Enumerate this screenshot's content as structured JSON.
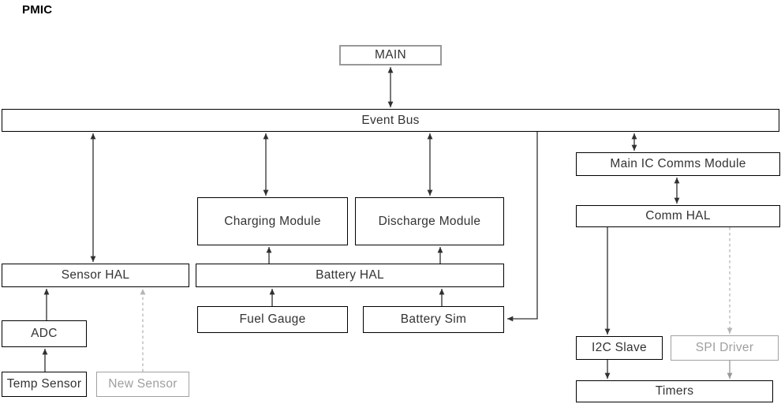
{
  "page_title": "PMIC",
  "diagram": {
    "nodes": {
      "main": "MAIN",
      "event_bus": "Event Bus",
      "sensor_hal": "Sensor HAL",
      "adc": "ADC",
      "temp_sensor": "Temp Sensor",
      "new_sensor": "New Sensor",
      "charging_module": "Charging Module",
      "discharge_module": "Discharge Module",
      "battery_hal": "Battery HAL",
      "fuel_gauge": "Fuel Gauge",
      "battery_sim": "Battery Sim",
      "main_ic_comms": "Main IC Comms Module",
      "comm_hal": "Comm HAL",
      "i2c_slave": "I2C Slave",
      "spi_driver": "SPI Driver",
      "timers": "Timers"
    },
    "muted_nodes": [
      "New Sensor",
      "SPI Driver"
    ],
    "edges": [
      {
        "from": "MAIN",
        "to": "Event Bus",
        "direction": "both",
        "style": "solid"
      },
      {
        "from": "Event Bus",
        "to": "Sensor HAL",
        "direction": "both",
        "style": "solid"
      },
      {
        "from": "Event Bus",
        "to": "Charging Module",
        "direction": "both",
        "style": "solid"
      },
      {
        "from": "Event Bus",
        "to": "Discharge Module",
        "direction": "both",
        "style": "solid"
      },
      {
        "from": "Event Bus",
        "to": "Battery Sim",
        "direction": "one-way",
        "style": "solid"
      },
      {
        "from": "Event Bus",
        "to": "Main IC Comms Module",
        "direction": "both",
        "style": "solid"
      },
      {
        "from": "Main IC Comms Module",
        "to": "Comm HAL",
        "direction": "both",
        "style": "solid"
      },
      {
        "from": "Temp Sensor",
        "to": "ADC",
        "direction": "one-way",
        "style": "solid"
      },
      {
        "from": "ADC",
        "to": "Sensor HAL",
        "direction": "one-way",
        "style": "solid"
      },
      {
        "from": "New Sensor",
        "to": "Sensor HAL",
        "direction": "one-way",
        "style": "dashed-muted"
      },
      {
        "from": "Battery HAL",
        "to": "Charging Module",
        "direction": "one-way",
        "style": "solid"
      },
      {
        "from": "Battery HAL",
        "to": "Discharge Module",
        "direction": "one-way",
        "style": "solid"
      },
      {
        "from": "Fuel Gauge",
        "to": "Battery HAL",
        "direction": "one-way",
        "style": "solid"
      },
      {
        "from": "Battery Sim",
        "to": "Battery HAL",
        "direction": "one-way",
        "style": "solid"
      },
      {
        "from": "Comm HAL",
        "to": "I2C Slave",
        "direction": "one-way",
        "style": "solid"
      },
      {
        "from": "Comm HAL",
        "to": "SPI Driver",
        "direction": "one-way",
        "style": "dashed-muted"
      },
      {
        "from": "I2C Slave",
        "to": "Timers",
        "direction": "one-way",
        "style": "solid"
      },
      {
        "from": "SPI Driver",
        "to": "Timers",
        "direction": "one-way",
        "style": "solid-muted"
      }
    ],
    "colors": {
      "background": "#ffffff",
      "title": "#000000",
      "node_fill": "#ffffff",
      "node_border": "#000000",
      "label": "#333333",
      "edge": "#303030",
      "main_border": "#999999",
      "muted_border": "#a1a1a1",
      "muted_label": "#9e9e9e",
      "muted_edge": "#999999",
      "muted_edge_dashed": "#b5b5b5"
    }
  }
}
